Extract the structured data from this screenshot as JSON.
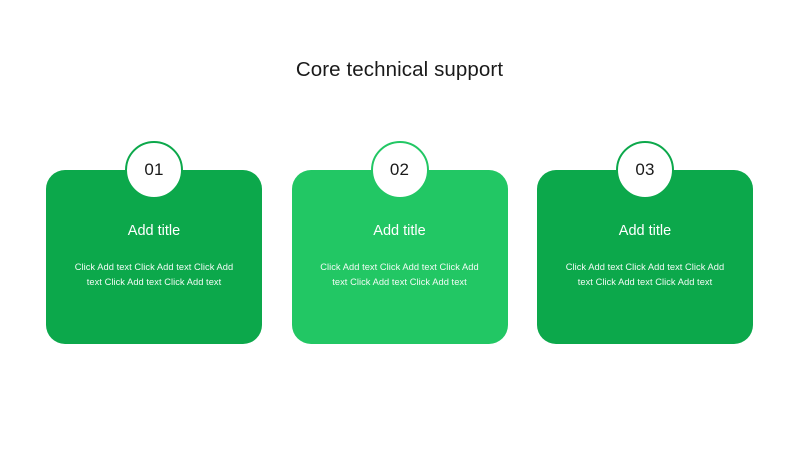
{
  "slide": {
    "title": "Core technical support",
    "background_color": "#ffffff",
    "title_color": "#1a1a1a"
  },
  "cards": [
    {
      "badge": "01",
      "title": "Add title",
      "body": "Click Add text Click Add text Click Add text Click Add text Click Add text",
      "fill_color": "#0ca84b",
      "badge_ring_color": "#0ca84b",
      "badge_text_color": "#1a1a1a",
      "text_color": "#ffffff"
    },
    {
      "badge": "02",
      "title": "Add title",
      "body": "Click Add text Click Add text Click Add text Click Add text Click Add text",
      "fill_color": "#22c764",
      "badge_ring_color": "#22c764",
      "badge_text_color": "#1a1a1a",
      "text_color": "#ffffff"
    },
    {
      "badge": "03",
      "title": "Add title",
      "body": "Click Add text Click Add text Click Add text Click Add text Click Add text",
      "fill_color": "#0ca84b",
      "badge_ring_color": "#0ca84b",
      "badge_text_color": "#1a1a1a",
      "text_color": "#ffffff"
    }
  ]
}
